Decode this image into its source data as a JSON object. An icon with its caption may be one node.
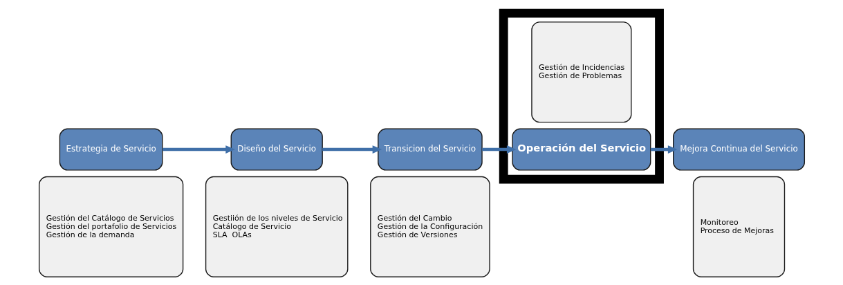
{
  "diagram": {
    "nodes": [
      {
        "text": [
          "Estrategia de Servicio"
        ]
      },
      {
        "text": [
          "Gestión del Catálogo de Servicios",
          "Gestión del portafolio de Servicios",
          "Gestión de la demanda"
        ]
      },
      {
        "text": [
          "Diseño del Servicio"
        ]
      },
      {
        "text": [
          "Gestiión de los niveles de Servicio",
          "Catálogo de Servicio",
          "SLA  OLAs"
        ]
      },
      {
        "text": [
          "Transicion del Servicio"
        ]
      },
      {
        "text": [
          "Gestión del Cambio",
          "Gestión de la Configuración",
          "Gestión de Versiones"
        ]
      },
      {
        "text": [],
        "shape": "box"
      },
      {
        "text": [
          "Operación del Servicio"
        ],
        "in": 6
      },
      {
        "text": [
          "Gestión de Incidencias",
          "Gestión de Problemas"
        ],
        "in": 6
      },
      {
        "text": [
          "Mejora Continua del Servicio"
        ]
      },
      {
        "text": [
          "Monitoreo",
          "Proceso de Mejoras"
        ]
      }
    ],
    "edges": [
      {
        "from": 0,
        "to": 2,
        "arrow": "to"
      },
      {
        "from": 2,
        "to": 4,
        "arrow": "to"
      },
      {
        "from": 4,
        "to": 7,
        "arrow": "to"
      },
      {
        "from": 7,
        "to": 9,
        "arrow": "to"
      }
    ]
  }
}
